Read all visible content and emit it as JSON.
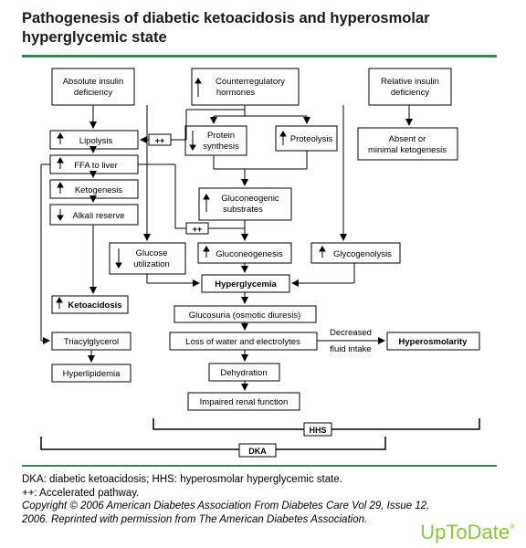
{
  "title_line1": "Pathogenesis of diabetic ketoacidosis and hyperosmolar",
  "title_line2": "hyperglycemic state",
  "nodes": {
    "absolute_l1": "Absolute insulin",
    "absolute_l2": "deficiency",
    "counter_l1": "Counterregulatory",
    "counter_l2": "hormones",
    "relative_l1": "Relative insulin",
    "relative_l2": "deficiency",
    "lipolysis": "Lipolysis",
    "ffa": "FFA to liver",
    "ketogenesis": "Ketogenesis",
    "alkali": "Alkali reserve",
    "protein_l1": "Protein",
    "protein_l2": "synthesis",
    "proteolysis": "Proteolysis",
    "absent_l1": "Absent or",
    "absent_l2": "minimal ketogenesis",
    "gluconeo_sub_l1": "Gluconeogenic",
    "gluconeo_sub_l2": "substrates",
    "glucose_util_l1": "Glucose",
    "glucose_util_l2": "utilization",
    "gluconeogenesis": "Gluconeogenesis",
    "glycogenolysis": "Glycogenolysis",
    "hyperglycemia": "Hyperglycemia",
    "ketoacidosis": "Ketoacidosis",
    "glucosuria": "Glucosuria (osmotic diuresis)",
    "triacylglycerol": "Triacylglycerol",
    "loss_water": "Loss of water and electrolytes",
    "decreased_l1": "Decreased",
    "decreased_l2": "fluid intake",
    "hyperosmolarity": "Hyperosmolarity",
    "hyperlipidemia": "Hyperlipidemia",
    "dehydration": "Dehydration",
    "renal": "Impaired renal function",
    "accel": "++",
    "hhs": "HHS",
    "dka": "DKA"
  },
  "footer": {
    "line1": "DKA: diabetic ketoacidosis; HHS: hyperosmolar hyperglycemic state.",
    "line2": "++: Accelerated pathway.",
    "line3": "Copyright © 2006 American Diabetes Association From Diabetes Care Vol 29, Issue 12,",
    "line4": "2006. Reprinted with permission from The American Diabetes Association."
  },
  "logo": "UpToDate",
  "logo_mark": "®",
  "colors": {
    "accent": "#2e8b57",
    "logo": "#8cc63f"
  },
  "arrow_glyphs": {
    "up": "up-arrow",
    "down": "down-arrow"
  }
}
